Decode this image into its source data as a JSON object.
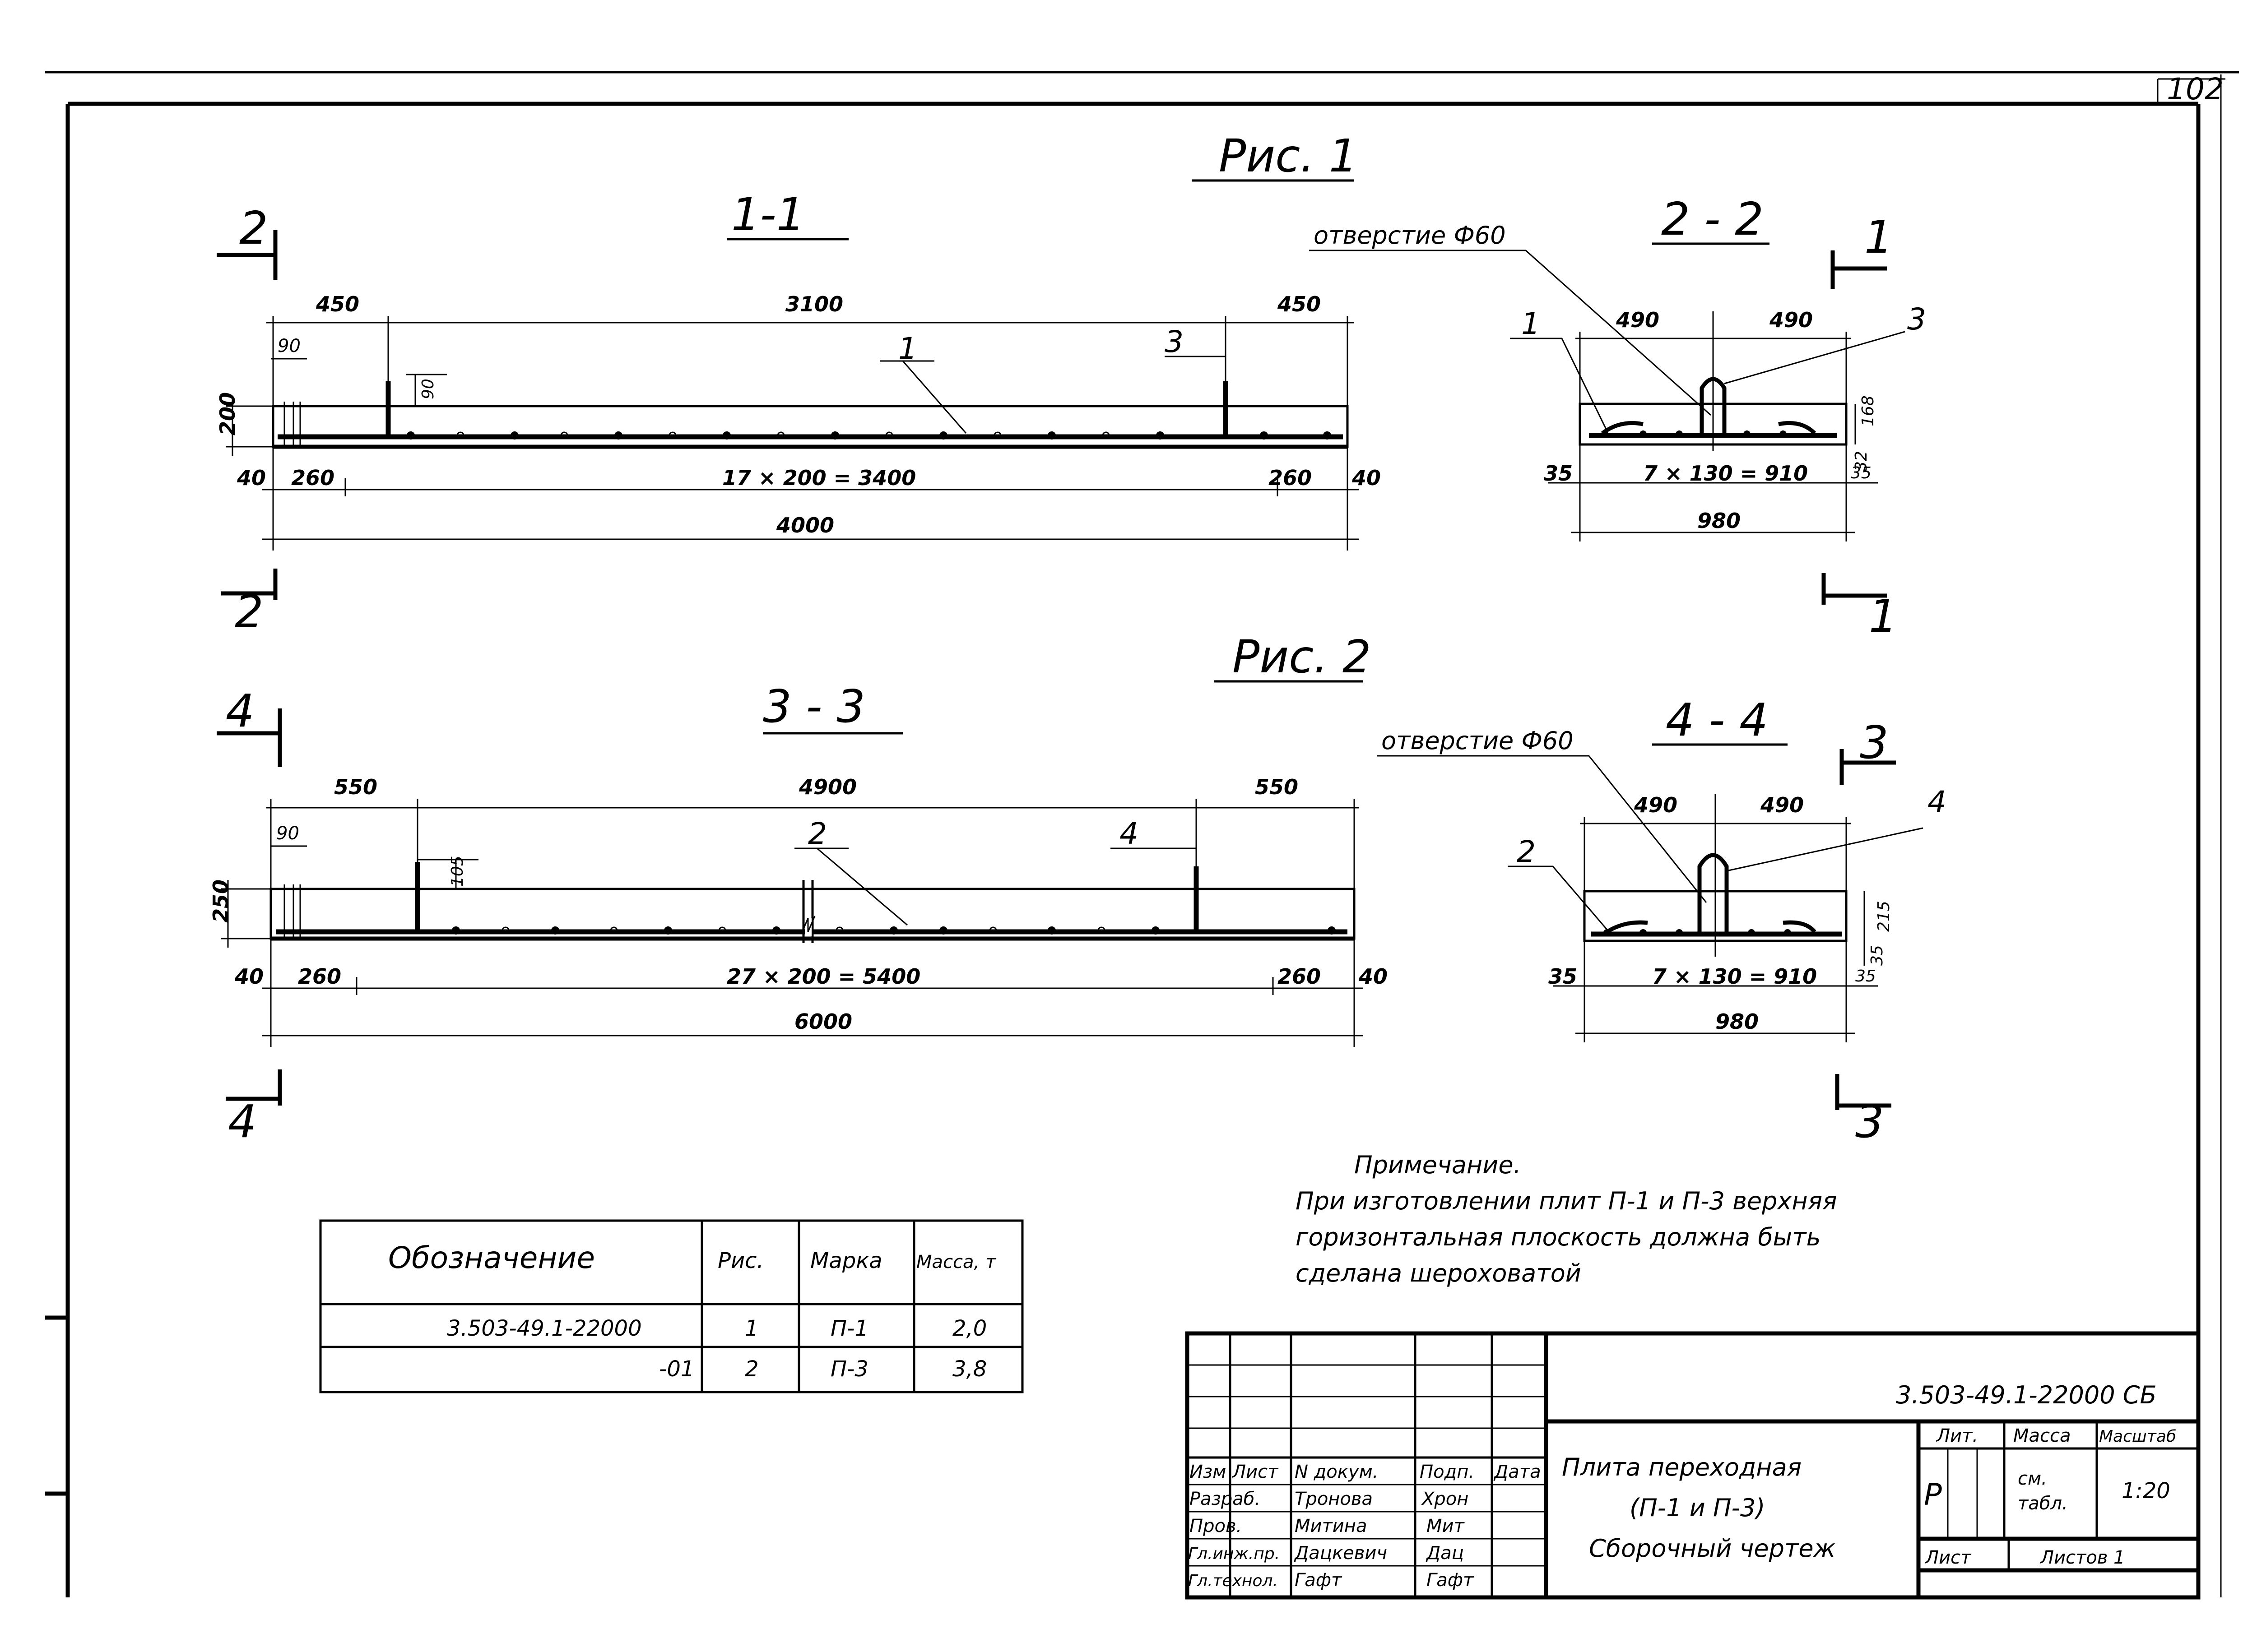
{
  "sheet_number": "102",
  "figure1": {
    "caption": "Рис. 1",
    "section_main": "1-1",
    "section_side": "2 - 2",
    "cut_marks": [
      "2",
      "2",
      "1",
      "1"
    ],
    "hole_label": "отверстие Ф60",
    "dims_top": [
      "450",
      "3100",
      "450"
    ],
    "dims_bottom": [
      "40",
      "260",
      "17 × 200 = 3400",
      "260",
      "40"
    ],
    "overall": "4000",
    "dim_hook": "90",
    "dim_hook_v": "90",
    "height": "200",
    "leaders": [
      "1",
      "3"
    ],
    "side_dims_top": [
      "490",
      "490"
    ],
    "side_dims_bottom": [
      "35",
      "7 × 130 = 910",
      "35"
    ],
    "side_overall": "980",
    "side_height": [
      "168",
      "32"
    ],
    "side_leaders": [
      "1",
      "3"
    ]
  },
  "figure2": {
    "caption": "Рис. 2",
    "section_main": "3 - 3",
    "section_side": "4 - 4",
    "cut_marks": [
      "4",
      "4",
      "3",
      "3"
    ],
    "hole_label": "отверстие Ф60",
    "dims_top": [
      "550",
      "4900",
      "550"
    ],
    "dims_bottom": [
      "40",
      "260",
      "27 × 200 = 5400",
      "260",
      "40"
    ],
    "overall": "6000",
    "dim_hook": "90",
    "dim_hook_v": "105",
    "height": "250",
    "leaders": [
      "2",
      "4"
    ],
    "side_dims_top": [
      "490",
      "490"
    ],
    "side_dims_bottom": [
      "35",
      "7 × 130 = 910",
      "35"
    ],
    "side_overall": "980",
    "side_height": [
      "215",
      "35"
    ],
    "side_leaders": [
      "2",
      "4"
    ]
  },
  "note": {
    "title": "Примечание.",
    "lines": [
      "При изготовлении плит П-1 и П-3 верхняя",
      "горизонтальная плоскость должна быть",
      "сделана шероховатой"
    ]
  },
  "spec_table": {
    "headers": [
      "Обозначение",
      "Рис.",
      "Марка",
      "Масса, т"
    ],
    "rows": [
      [
        "3.503-49.1-22000",
        "1",
        "П-1",
        "2,0"
      ],
      [
        "-01",
        "2",
        "П-3",
        "3,8"
      ]
    ]
  },
  "title_block": {
    "doc_code": "3.503-49.1-22000 СБ",
    "title_line1": "Плита переходная",
    "title_line2": "(П-1 и П-3)",
    "title_line3": "Сборочный чертеж",
    "stage_header": "Лит.",
    "mass_header": "Масса",
    "scale_header": "Масштаб",
    "stage": "Р",
    "mass_line1": "см.",
    "mass_line2": "табл.",
    "scale": "1:20",
    "sheet_label": "Лист",
    "sheets_label": "Листов 1",
    "col_headers": [
      "Изм",
      "Лист",
      "N докум.",
      "Подп.",
      "Дата"
    ],
    "people": [
      {
        "role": "Разраб.",
        "name": "Тронова",
        "sign": "Хрон"
      },
      {
        "role": "Пров.",
        "name": "Митина",
        "sign": "Мит"
      },
      {
        "role": "Гл.инж.пр.",
        "name": "Дацкевич",
        "sign": "Дац"
      },
      {
        "role": "Гл.технол.",
        "name": "Гафт",
        "sign": "Гафт"
      }
    ]
  }
}
